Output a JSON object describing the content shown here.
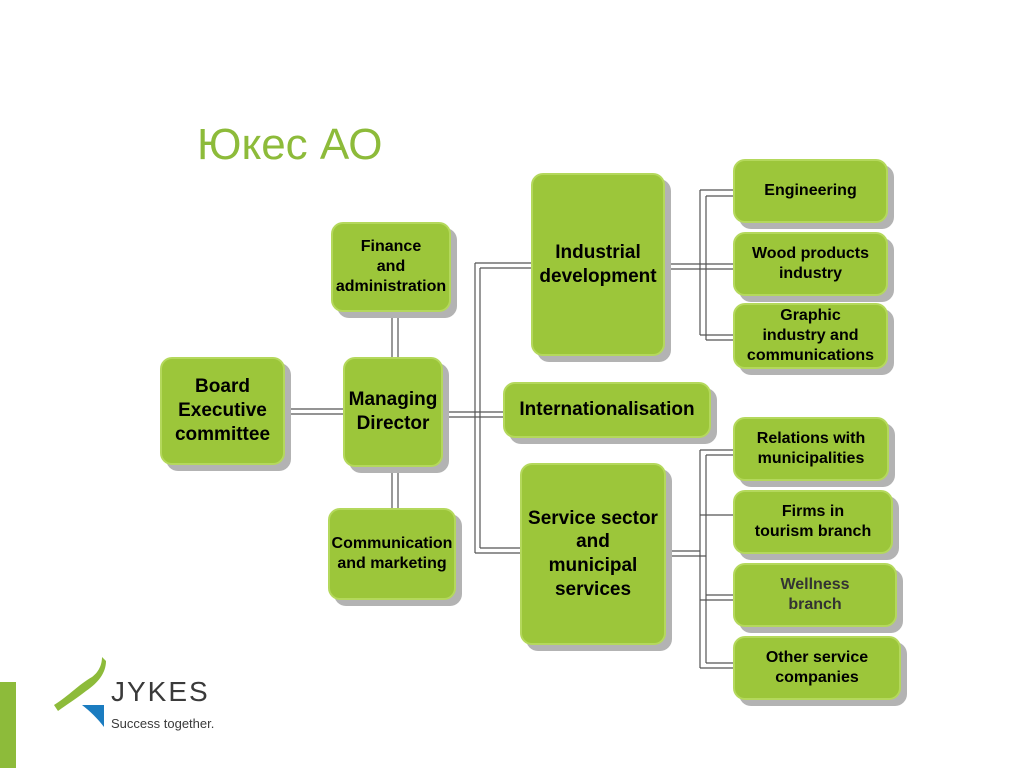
{
  "title": "Юкес АО",
  "nodes": {
    "board": "Board\nExecutive\ncommittee",
    "finance": "Finance\nand\nadministration",
    "managing": "Managing\nDirector",
    "communication": "Communication\nand marketing",
    "industrial": "Industrial\ndevelopment",
    "international": "Internationalisation",
    "service": "Service sector\nand\nmunicipal\nservices",
    "engineering": "Engineering",
    "wood": "Wood products\nindustry",
    "graphic": "Graphic\nindustry and\ncommunications",
    "relations": "Relations with\nmunicipalities",
    "tourism": "Firms in\ntourism branch",
    "wellness": "Wellness\nbranch",
    "other": "Other service\ncompanies"
  },
  "logo": {
    "word": "JYKES",
    "tagline": "Success together."
  },
  "colors": {
    "title": "#8dbb3a",
    "box_fill": "#9cc63a",
    "box_border": "#b4d85c",
    "shadow": "#b3b3b3",
    "connector": "#555555"
  }
}
